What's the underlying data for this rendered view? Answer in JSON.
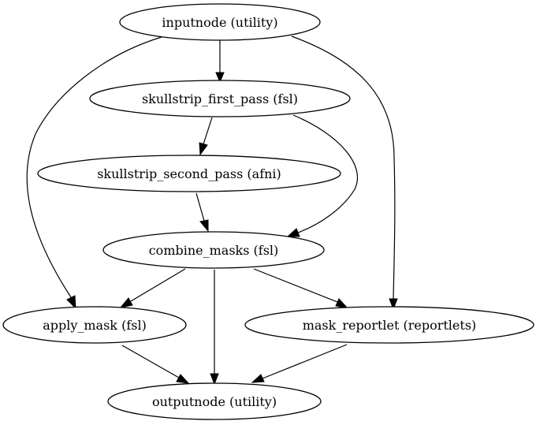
{
  "diagram": {
    "type": "directed-graph",
    "nodes": [
      {
        "id": "inputnode",
        "label": "inputnode (utility)"
      },
      {
        "id": "skullstrip_first_pass",
        "label": "skullstrip_first_pass (fsl)"
      },
      {
        "id": "skullstrip_second_pass",
        "label": "skullstrip_second_pass (afni)"
      },
      {
        "id": "combine_masks",
        "label": "combine_masks (fsl)"
      },
      {
        "id": "apply_mask",
        "label": "apply_mask (fsl)"
      },
      {
        "id": "mask_reportlet",
        "label": "mask_reportlet (reportlets)"
      },
      {
        "id": "outputnode",
        "label": "outputnode (utility)"
      }
    ],
    "edges": [
      {
        "from": "inputnode",
        "to": "skullstrip_first_pass"
      },
      {
        "from": "inputnode",
        "to": "apply_mask"
      },
      {
        "from": "inputnode",
        "to": "mask_reportlet"
      },
      {
        "from": "skullstrip_first_pass",
        "to": "skullstrip_second_pass"
      },
      {
        "from": "skullstrip_first_pass",
        "to": "combine_masks"
      },
      {
        "from": "skullstrip_second_pass",
        "to": "combine_masks"
      },
      {
        "from": "combine_masks",
        "to": "apply_mask"
      },
      {
        "from": "combine_masks",
        "to": "outputnode"
      },
      {
        "from": "combine_masks",
        "to": "mask_reportlet"
      },
      {
        "from": "apply_mask",
        "to": "outputnode"
      },
      {
        "from": "mask_reportlet",
        "to": "outputnode"
      }
    ]
  }
}
